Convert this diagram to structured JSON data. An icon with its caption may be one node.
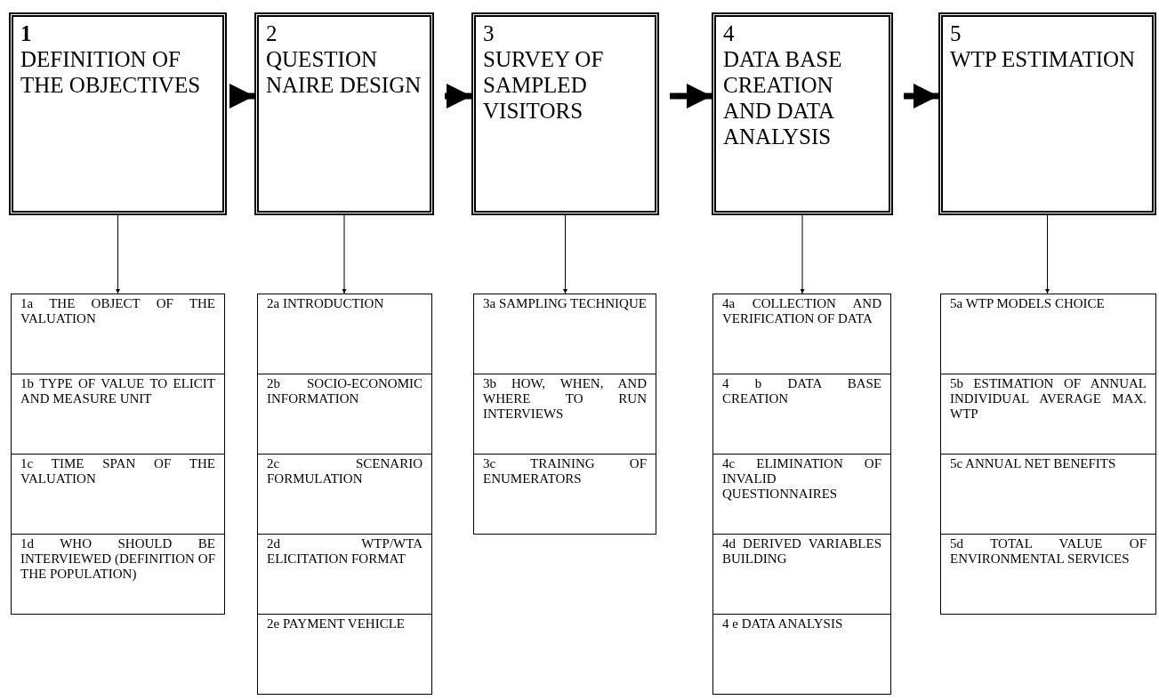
{
  "diagram": {
    "nodes": [
      {
        "text": [
          "1",
          "DEFINITION OF THE OBJECTIVES"
        ]
      },
      {
        "text": [
          "2",
          "QUESTION NAIRE DESIGN"
        ]
      },
      {
        "text": [
          "3",
          "SURVEY OF SAMPLED VISITORS"
        ]
      },
      {
        "text": [
          "4",
          "DATA BASE CREATION AND DATA ANALYSIS"
        ]
      },
      {
        "text": [
          "5",
          "WTP ESTIMATION"
        ]
      },
      {
        "text": [
          "1a THE OBJECT OF THE VALUATION"
        ]
      },
      {
        "text": [
          "1b TYPE OF VALUE TO ELICIT AND MEASURE UNIT"
        ]
      },
      {
        "text": [
          "1c TIME SPAN OF THE VALUATION"
        ]
      },
      {
        "text": [
          "1d WHO SHOULD BE INTERVIEWED (DEFINITION OF THE POPULATION)"
        ]
      },
      {
        "text": [
          "2a INTRODUCTION"
        ]
      },
      {
        "text": [
          "2b SOCIO-ECONOMIC INFORMATION"
        ]
      },
      {
        "text": [
          "2c SCENARIO FORMULATION"
        ]
      },
      {
        "text": [
          "2d WTP/WTA ELICITATION FORMAT"
        ]
      },
      {
        "text": [
          "2e PAYMENT VEHICLE"
        ]
      },
      {
        "text": [
          "3a SAMPLING TECHNIQUE"
        ]
      },
      {
        "text": [
          "3b HOW, WHEN, AND WHERE TO RUN INTERVIEWS"
        ]
      },
      {
        "text": [
          "3c TRAINING OF ENUMERATORS"
        ]
      },
      {
        "text": [
          "4a COLLECTION AND VERIFICATION OF DATA"
        ]
      },
      {
        "text": [
          "4 b DATA BASE CREATION"
        ]
      },
      {
        "text": [
          "4c ELIMINATION OF INVALID QUESTIONNAIRES"
        ]
      },
      {
        "text": [
          "4d DERIVED VARIABLES BUILDING"
        ]
      },
      {
        "text": [
          "4 e DATA ANALYSIS"
        ]
      },
      {
        "text": [
          "5a WTP MODELS CHOICE"
        ]
      },
      {
        "text": [
          "5b ESTIMATION OF ANNUAL INDIVIDUAL AVERAGE MAX. WTP"
        ]
      },
      {
        "text": [
          "5c ANNUAL NET BENEFITS"
        ]
      },
      {
        "text": [
          "5d TOTAL VALUE OF ENVIRONMENTAL SERVICES"
        ]
      }
    ],
    "edges": [
      {
        "from": 0,
        "to": 1,
        "arrow": "to",
        "style": "thick"
      },
      {
        "from": 1,
        "to": 2,
        "arrow": "to",
        "style": "thick"
      },
      {
        "from": 2,
        "to": 3,
        "arrow": "to",
        "style": "thick"
      },
      {
        "from": 3,
        "to": 4,
        "arrow": "to",
        "style": "thick"
      },
      {
        "from": 0,
        "to": 5,
        "arrow": "to"
      },
      {
        "from": 1,
        "to": 9,
        "arrow": "to"
      },
      {
        "from": 2,
        "to": 14,
        "arrow": "to"
      },
      {
        "from": 3,
        "to": 17,
        "arrow": "to"
      },
      {
        "from": 4,
        "to": 22,
        "arrow": "to"
      }
    ]
  }
}
